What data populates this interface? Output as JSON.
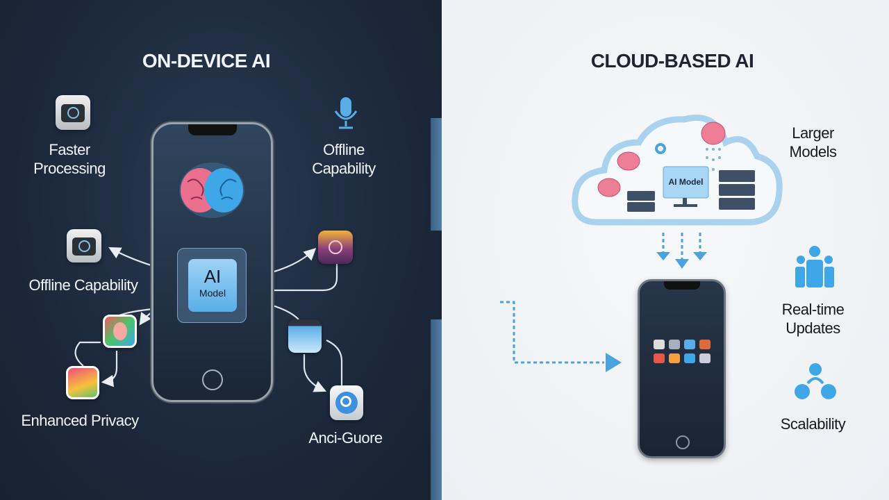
{
  "left": {
    "title": "ON-DEVICE AI",
    "labels": {
      "faster_processing": "Faster\nProcessing",
      "offline_capability_top": "Offline\nCapability",
      "offline_capability": "Offline Capability",
      "enhanced_privacy": "Enhanced Privacy",
      "anci_guore": "Anci-Guore"
    },
    "chip": {
      "line1": "AI",
      "line2": "Model"
    }
  },
  "right": {
    "title": "CLOUD-BASED AI",
    "cloud_monitor_label": "AI Model",
    "labels": {
      "larger_models": "Larger\nModels",
      "real_time_updates": "Real-time\nUpdates",
      "scalability": "Scalability"
    }
  },
  "colors": {
    "left_bg": "#1c283b",
    "right_bg": "#eef1f4",
    "accent": "#5aaee8",
    "chip": "#7fc3ee"
  }
}
